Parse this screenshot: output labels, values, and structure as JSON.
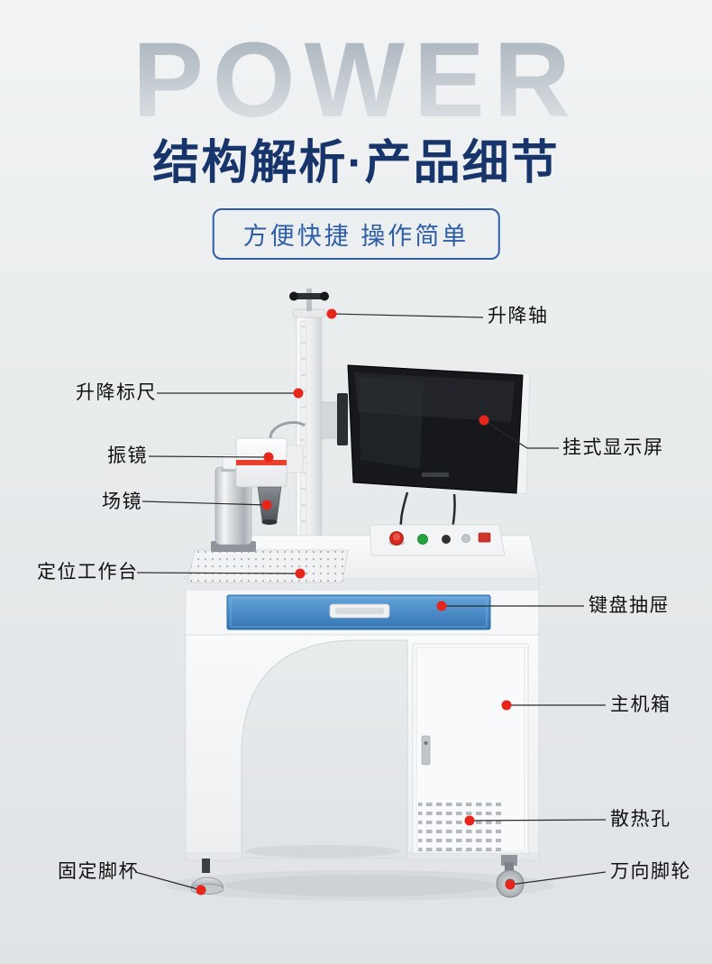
{
  "header": {
    "watermark": "POWER",
    "title": "结构解析·产品细节",
    "subtitle": "方便快捷 操作简单"
  },
  "callouts": {
    "lifting_shaft": "升降轴",
    "lifting_ruler": "升降标尺",
    "galvanometer": "振镜",
    "field_lens": "场镜",
    "positioning_worktable": "定位工作台",
    "wall_display": "挂式显示屏",
    "keyboard_drawer": "键盘抽屉",
    "main_chassis": "主机箱",
    "heat_vents": "散热孔",
    "fixed_foot_cup": "固定脚杯",
    "universal_caster": "万向脚轮"
  },
  "colors": {
    "callout_dot": "#e8251b",
    "title_blue": "#18356b",
    "subtitle_blue": "#2e5ea5",
    "drawer_blue": "#3d83c4",
    "background_top": "#f1f3f5",
    "background_bottom": "#e0e3e6"
  }
}
